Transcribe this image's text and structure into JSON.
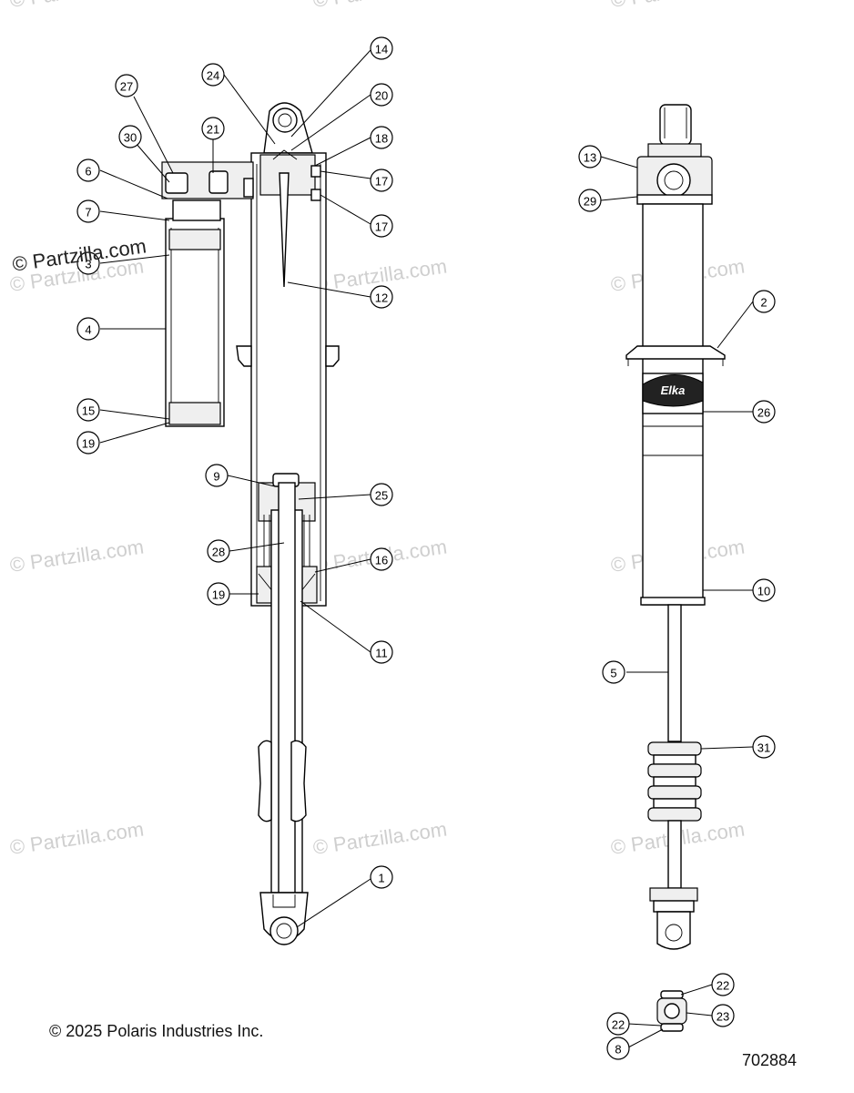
{
  "watermark": "© Partzilla.com",
  "copyright": "© 2025 Polaris Industries Inc.",
  "figure_number": "702884",
  "shock_label": "Elka",
  "callouts": [
    "1",
    "2",
    "4",
    "5",
    "6",
    "7",
    "8",
    "9",
    "10",
    "11",
    "12",
    "13",
    "14",
    "15",
    "16",
    "17",
    "17",
    "18",
    "19",
    "19",
    "20",
    "21",
    "22",
    "22",
    "23",
    "24",
    "25",
    "26",
    "27",
    "28",
    "29",
    "30",
    "31",
    "3"
  ]
}
